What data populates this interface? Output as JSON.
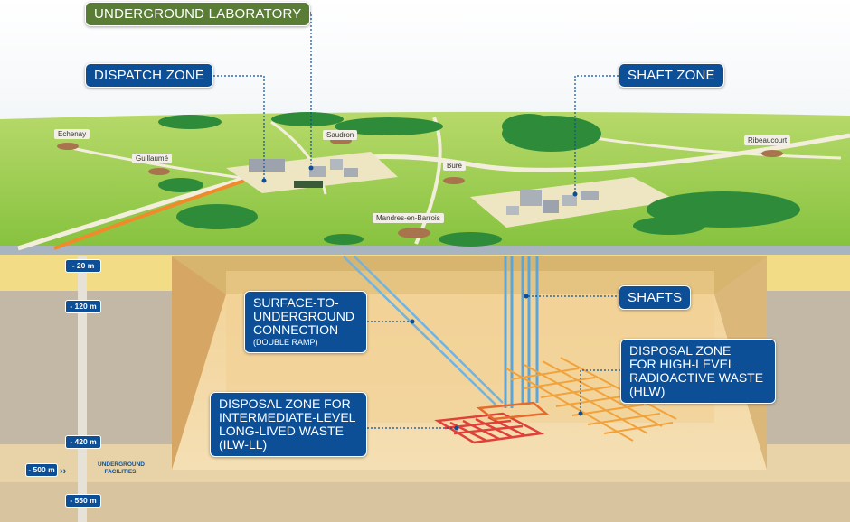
{
  "labels": {
    "underground_laboratory": "UNDERGROUND LABORATORY",
    "dispatch_zone": "DISPATCH ZONE",
    "shaft_zone": "SHAFT ZONE",
    "shafts": "SHAFTS",
    "surface_connection": {
      "lines": [
        "SURFACE-TO-",
        "UNDERGROUND",
        "CONNECTION"
      ],
      "sub": "(DOUBLE RAMP)"
    },
    "hlw_zone": {
      "lines": [
        "DISPOSAL ZONE",
        "FOR HIGH-LEVEL",
        "RADIOACTIVE WASTE",
        "(HLW)"
      ]
    },
    "ilw_zone": {
      "lines": [
        "DISPOSAL ZONE FOR",
        "INTERMEDIATE-LEVEL",
        "LONG-LIVED WASTE",
        "(ILW-LL)"
      ]
    }
  },
  "towns": [
    "Echenay",
    "Guillaumé",
    "Saudron",
    "Bure",
    "Ribeaucourt",
    "Mandres-en-Barrois"
  ],
  "depths": {
    "d20": "- 20 m",
    "d120": "- 120 m",
    "d420": "- 420 m",
    "d500": "- 500 m",
    "d550": "- 550 m"
  },
  "underground_facilities": [
    "UNDERGROUND",
    "FACILITIES"
  ],
  "colors": {
    "label_blue": "#0d4f96",
    "label_green": "#5a7d35",
    "ilw_red": "#e0403a",
    "hlw_orange": "#f2a23a",
    "shaft_blue": "#5aa6dc",
    "grass": "#8cc63f"
  }
}
